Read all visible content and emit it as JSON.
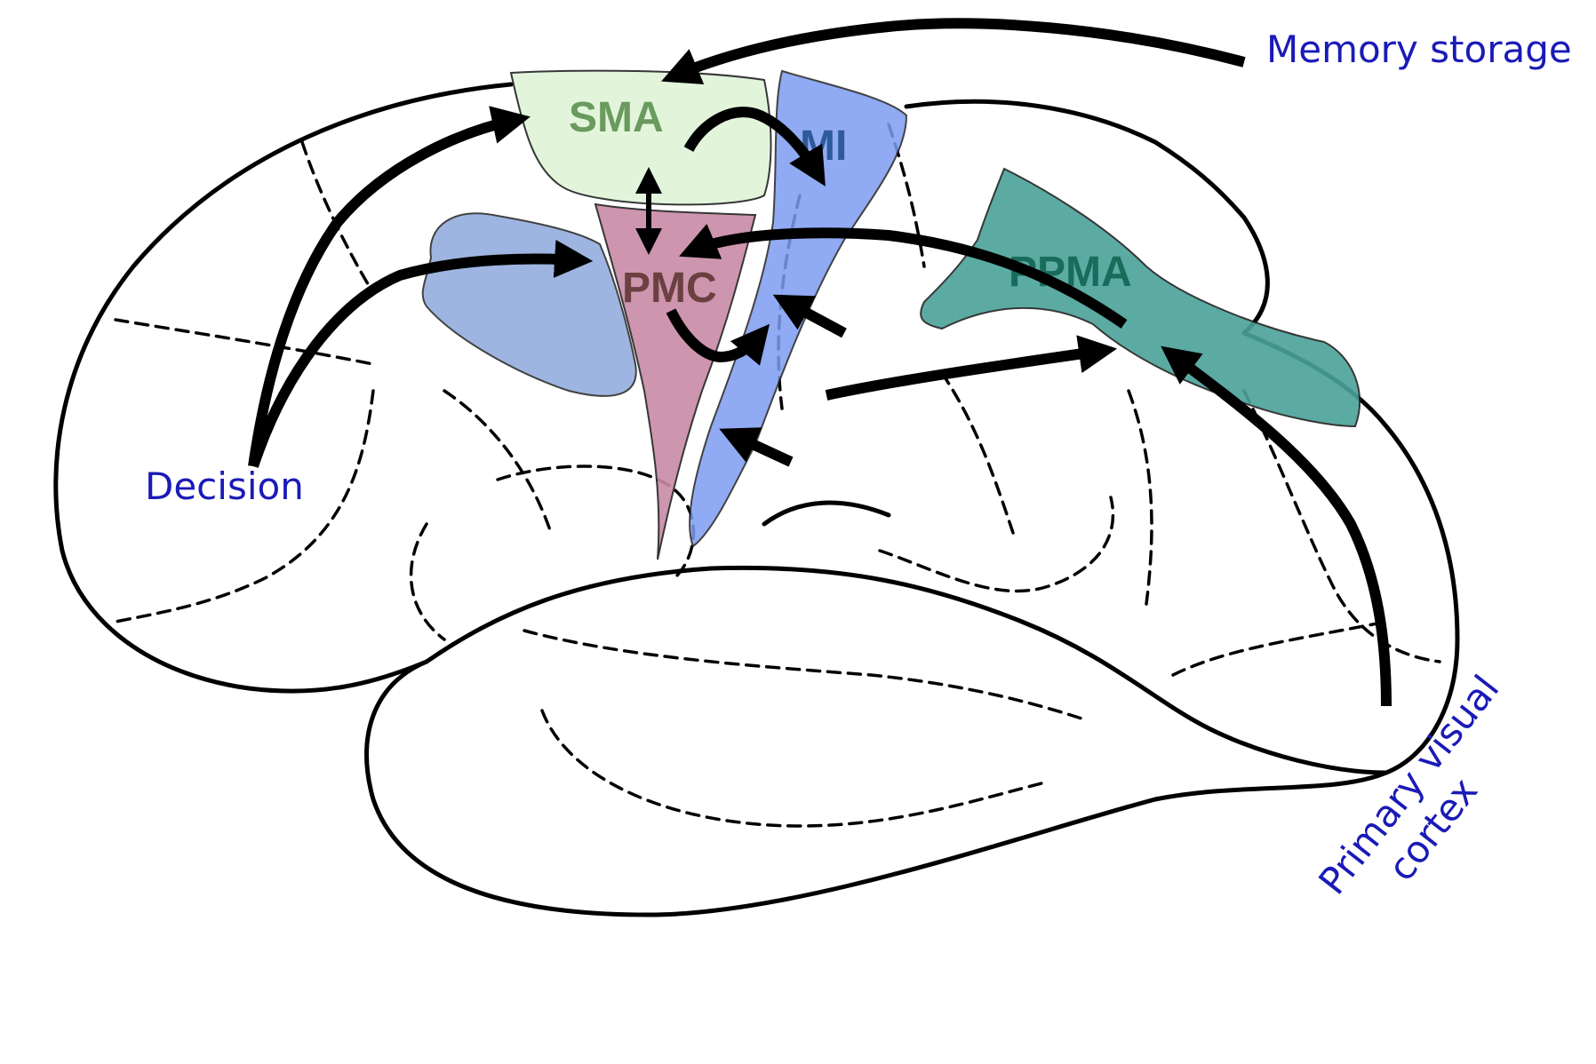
{
  "regions": {
    "sma": {
      "label": "SMA",
      "fill": "#dff5d8",
      "text_color": "#6a9a5e"
    },
    "mi": {
      "label": "MI",
      "fill": "#7d9cf2",
      "text_color": "#2e5a9a"
    },
    "pmc": {
      "label": "PMC",
      "fill": "#c98aa6",
      "text_color": "#6b4040"
    },
    "ppma": {
      "label": "PPMA",
      "fill": "#4aa39a",
      "text_color": "#186c5c"
    },
    "prefrontal": {
      "fill": "#8ea9dc"
    }
  },
  "callouts": {
    "memory": "Memory storage",
    "decision": "Decision",
    "visual_line1": "Primary visual",
    "visual_line2": "cortex",
    "color": "#1a1ab8"
  }
}
